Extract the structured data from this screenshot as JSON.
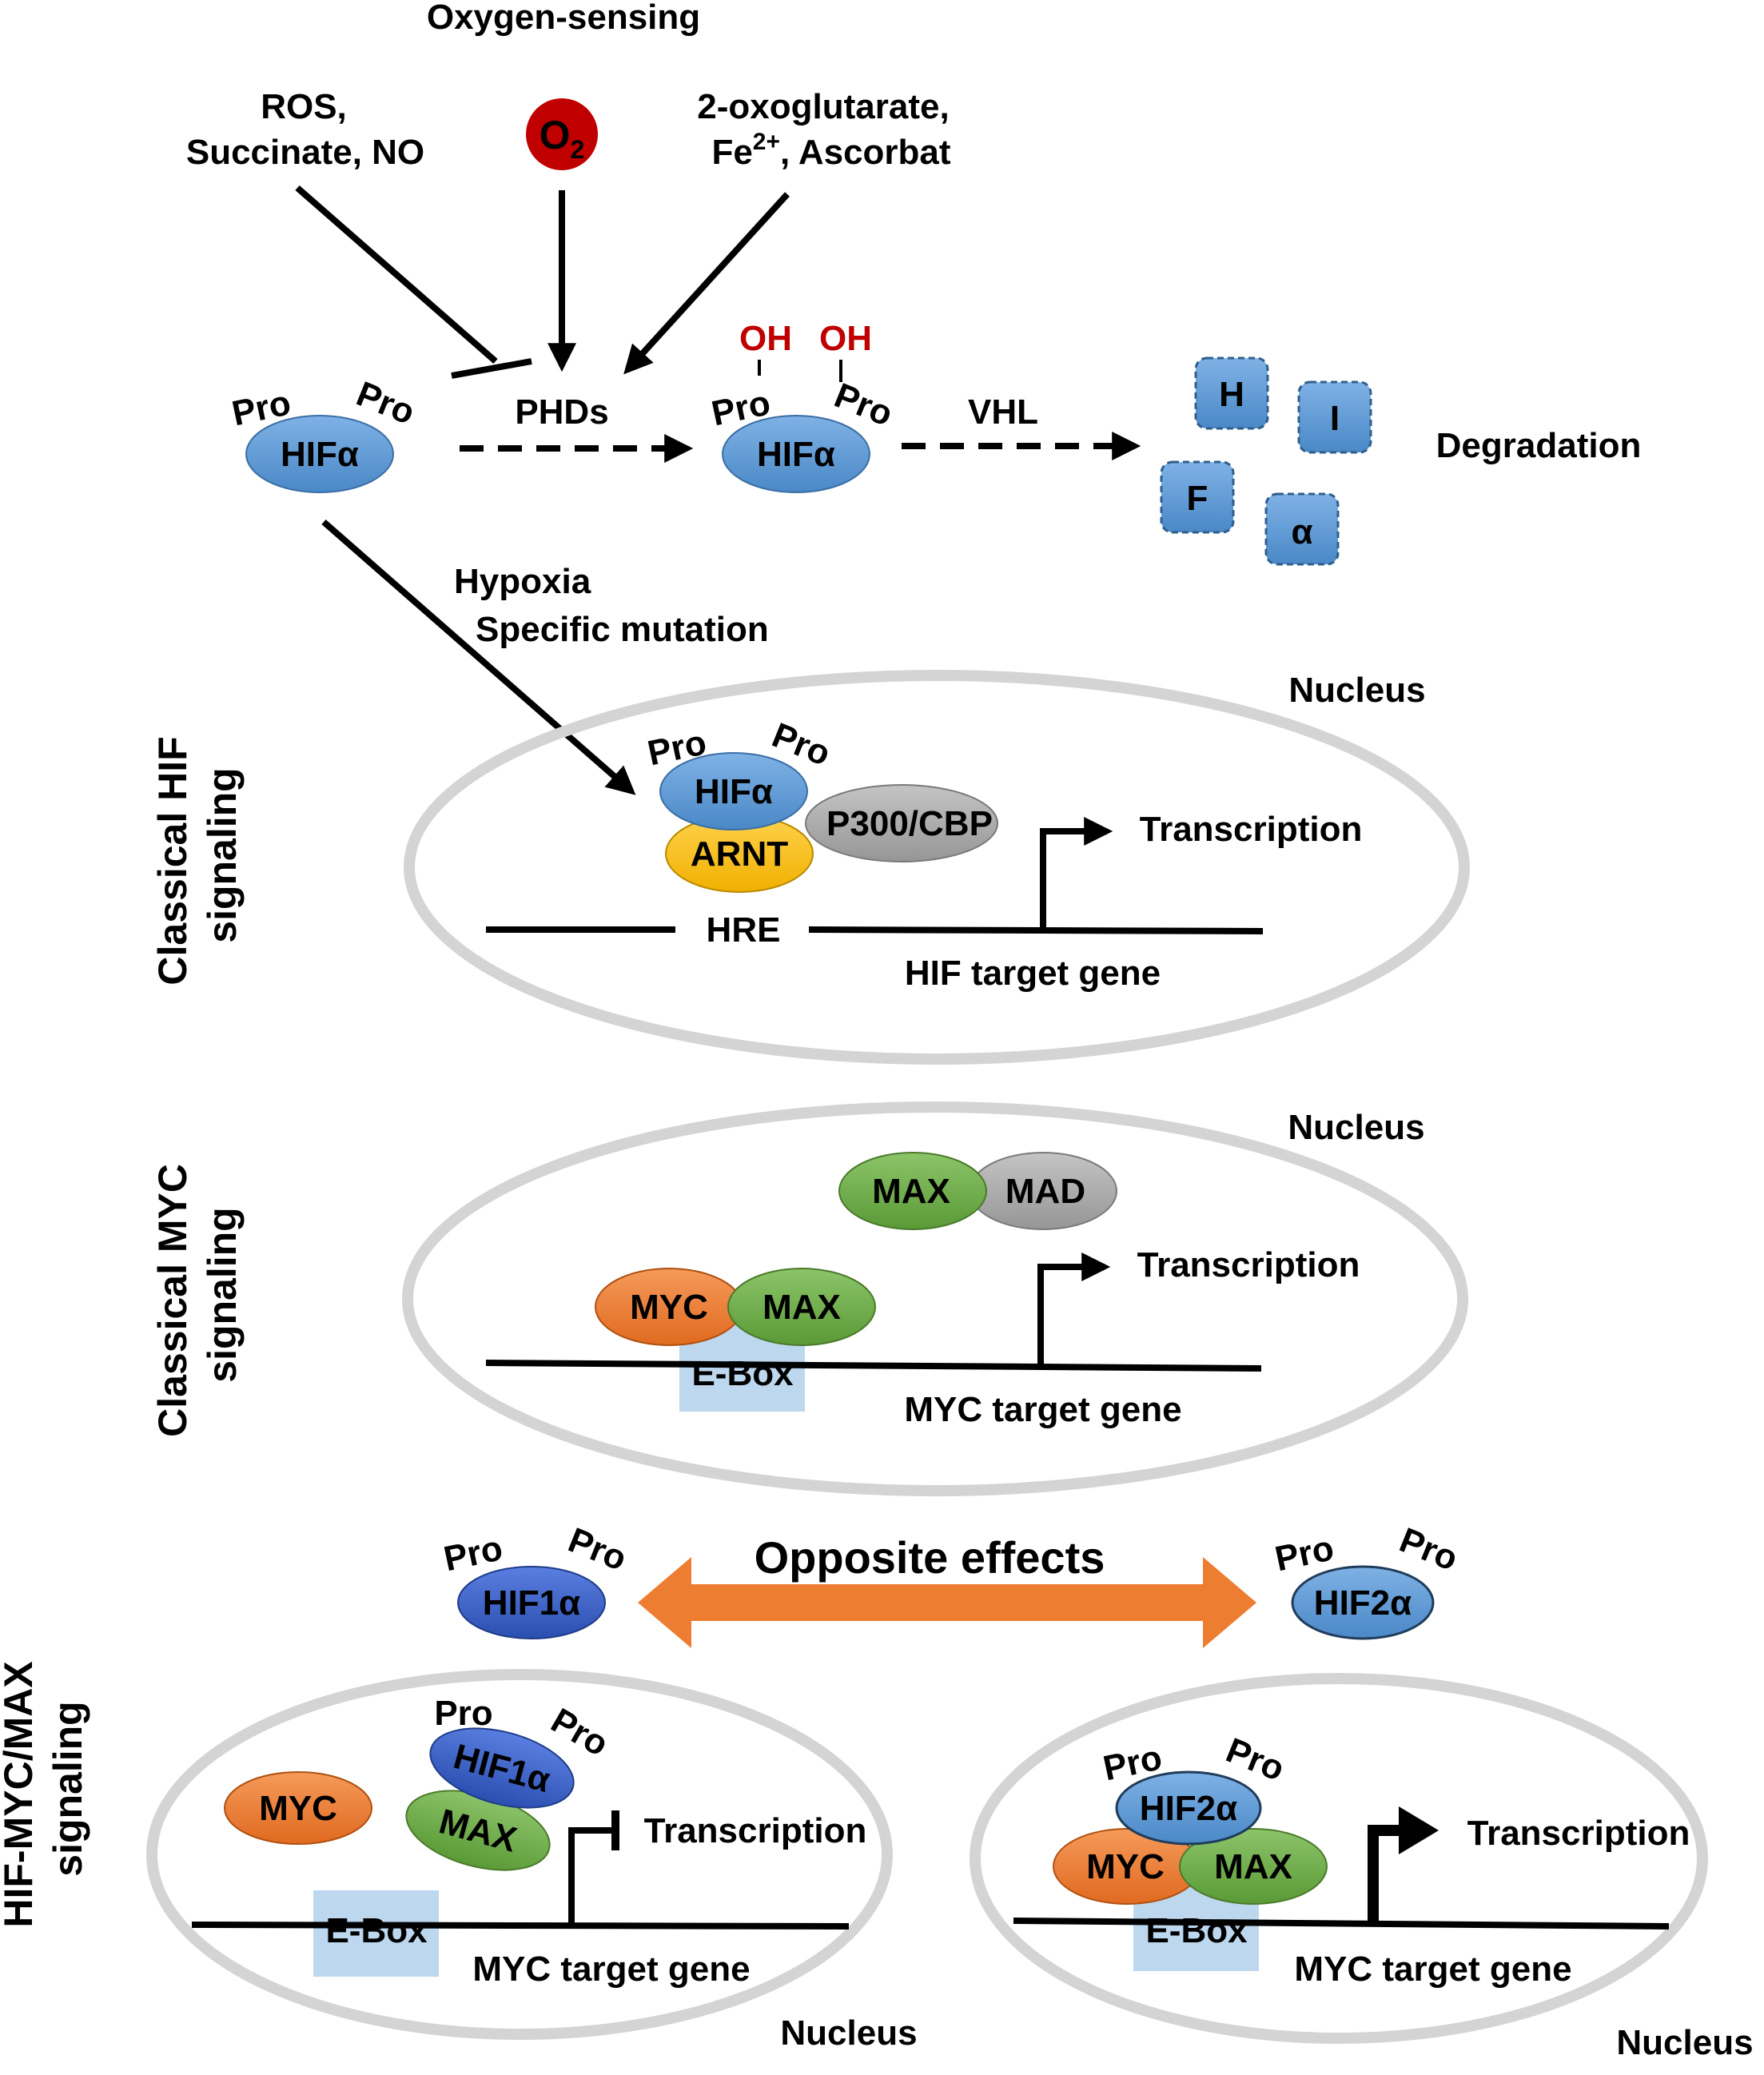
{
  "title": "Oxygen-sensing",
  "inputs": {
    "left": [
      "ROS,",
      "Succinate, NO"
    ],
    "o2": {
      "main": "O",
      "sub": "2"
    },
    "right": [
      "2-oxoglutarate,",
      "Fe",
      "2+",
      ", Ascorbat"
    ]
  },
  "pathway": {
    "pro": "Pro",
    "oh": "OH",
    "hif_alpha": "HIFα",
    "phds": "PHDs",
    "vhl": "VHL",
    "fragments": [
      "H",
      "I",
      "F",
      "α"
    ],
    "degradation": "Degradation",
    "hypoxia_lines": [
      "Hypoxia",
      "Specific mutation"
    ]
  },
  "section_labels": {
    "hif": [
      "Classical HIF",
      "signaling"
    ],
    "myc": [
      "Classical MYC",
      "signaling"
    ],
    "hifmyc": [
      "HIF-MYC/MAX",
      "signaling"
    ]
  },
  "nucleus_label": "Nucleus",
  "classical_hif": {
    "hif": "HIFα",
    "arnt": "ARNT",
    "p300": "P300/CBP",
    "transcription": "Transcription",
    "hre": "HRE",
    "target": "HIF target gene"
  },
  "classical_myc": {
    "max": "MAX",
    "mad": "MAD",
    "myc": "MYC",
    "ebox": "E-Box",
    "transcription": "Transcription",
    "target": "MYC target gene"
  },
  "hif_myc": {
    "hif1": "HIF1α",
    "hif2": "HIF2α",
    "opposite": "Opposite effects",
    "myc": "MYC",
    "max": "MAX",
    "ebox": "E-Box",
    "transcription": "Transcription",
    "target": "MYC target gene"
  },
  "colors": {
    "blue": "#5b9bd5",
    "dark_blue": "#3a5fcd",
    "orange": "#ed7d31",
    "yellow": "#ffc000",
    "green": "#70ad47",
    "gray": "#a5a5a5",
    "red": "#c00000",
    "ebox": "#bdd7ee",
    "arrow_orange": "#ed7d31",
    "nucleus_border": "#d4d4d4"
  }
}
